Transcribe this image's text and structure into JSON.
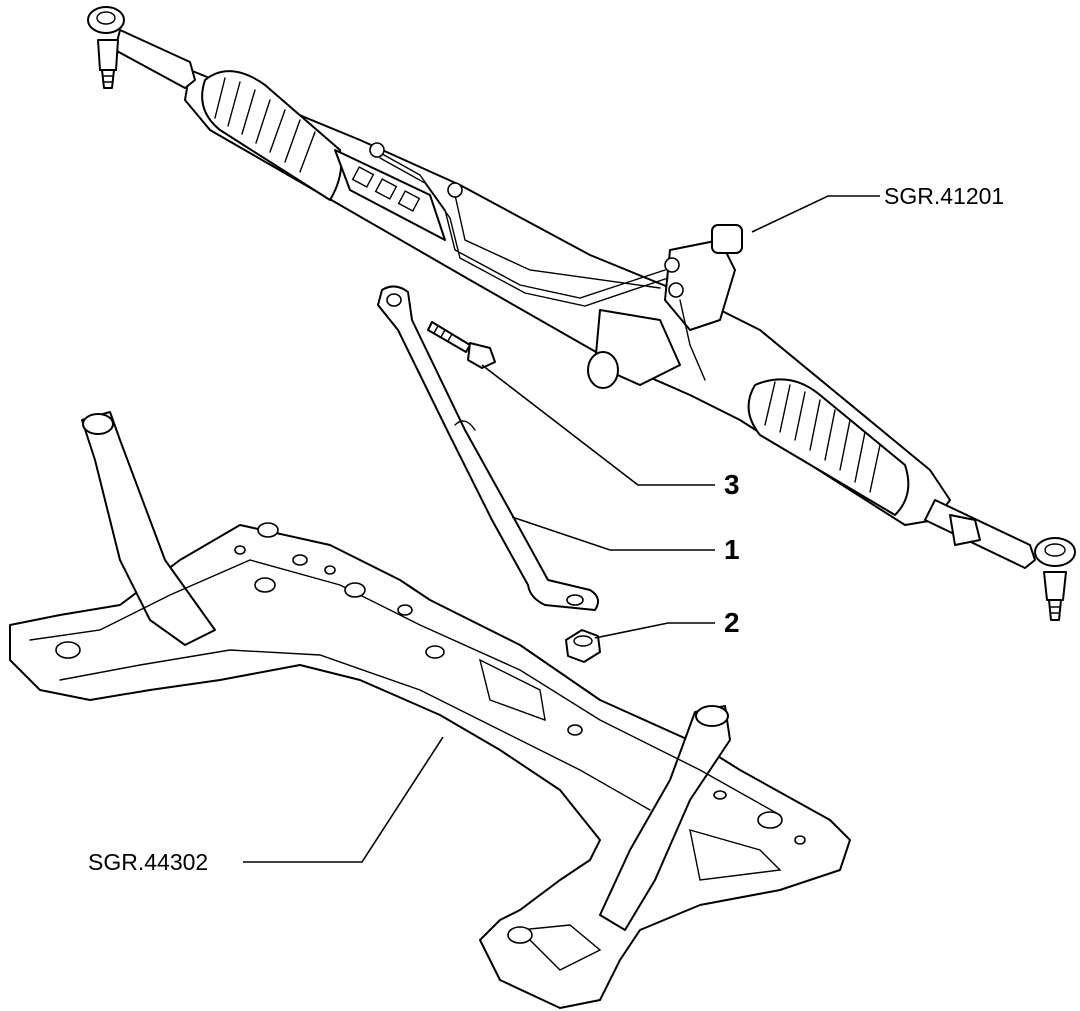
{
  "references": {
    "steering_rack": "SGR.41201",
    "subframe": "SGR.44302"
  },
  "callouts": [
    "3",
    "1",
    "2"
  ],
  "colors": {
    "line": "#000000",
    "background": "#ffffff"
  }
}
